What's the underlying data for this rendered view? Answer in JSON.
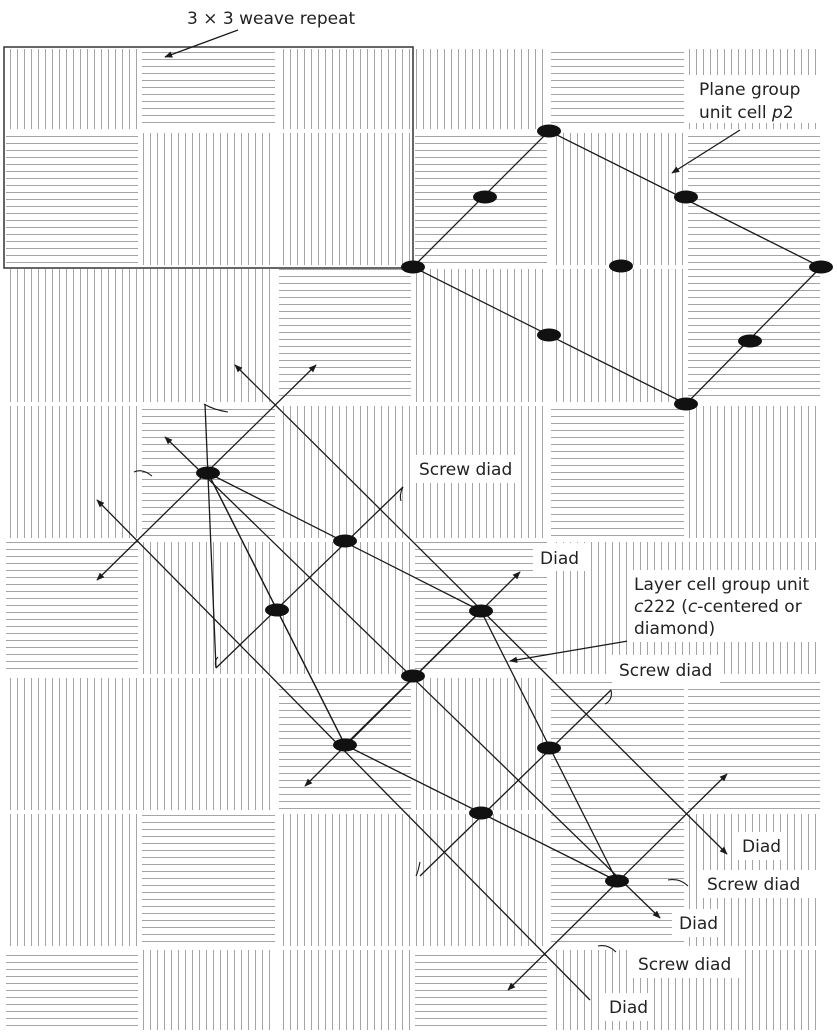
{
  "labels": {
    "weave_repeat": "3 × 3 weave repeat",
    "plane_group_1": "Plane group",
    "plane_group_2": "unit cell ",
    "plane_group_italic": "p",
    "plane_group_tail": "2",
    "screw_diad_1": "Screw diad",
    "diad_1": "Diad",
    "layer_cell_1": "Layer cell  group unit",
    "layer_cell_2a": "c",
    "layer_cell_2b": "222 (",
    "layer_cell_2c": "c",
    "layer_cell_2d": "-centered or",
    "layer_cell_3": "diamond)",
    "screw_diad_2": "Screw diad",
    "diad_2": "Diad",
    "screw_diad_3": "Screw diad",
    "diad_3": "Diad",
    "screw_diad_4": "Screw diad",
    "diad_4": "Diad"
  },
  "colors": {
    "line": "#1a1a1a",
    "hatch": "#9a9a9a",
    "background": "#ffffff"
  }
}
